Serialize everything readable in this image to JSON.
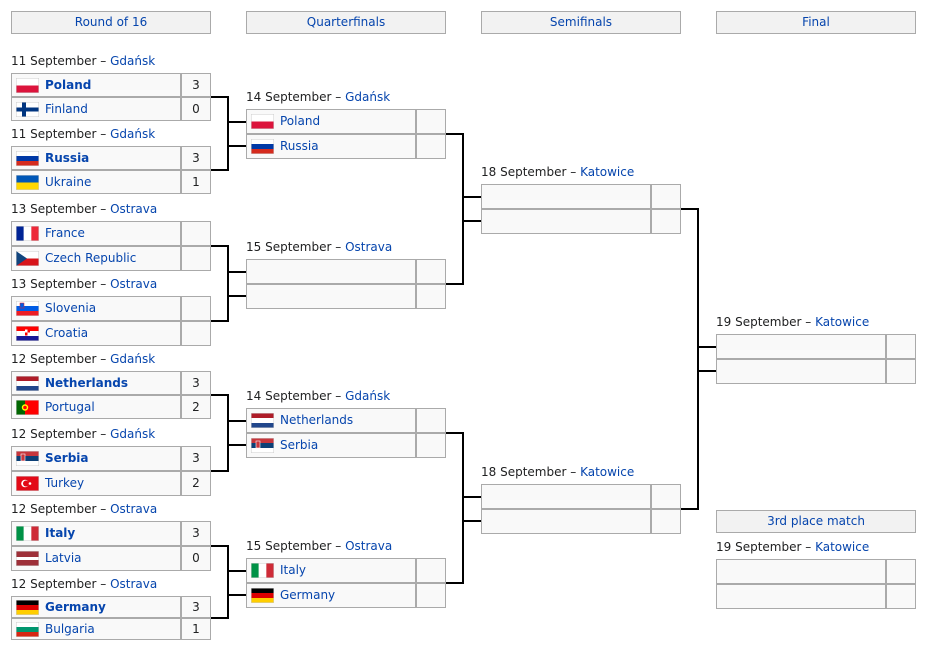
{
  "round_headers": {
    "r16": "Round of 16",
    "qf": "Quarterfinals",
    "sf": "Semifinals",
    "final": "Final",
    "third": "3rd place match"
  },
  "r16": [
    {
      "date": "11 September",
      "venue": "Gdańsk",
      "t1": {
        "name": "Poland",
        "flag": "poland-flag",
        "score": "3",
        "winner": true
      },
      "t2": {
        "name": "Finland",
        "flag": "finland-flag",
        "score": "0",
        "winner": false
      }
    },
    {
      "date": "11 September",
      "venue": "Gdańsk",
      "t1": {
        "name": "Russia",
        "flag": "russia-flag",
        "score": "3",
        "winner": true
      },
      "t2": {
        "name": "Ukraine",
        "flag": "ukraine-flag",
        "score": "1",
        "winner": false
      }
    },
    {
      "date": "13 September",
      "venue": "Ostrava",
      "t1": {
        "name": "France",
        "flag": "france-flag",
        "score": "",
        "winner": false
      },
      "t2": {
        "name": "Czech Republic",
        "flag": "czech-republic-flag",
        "score": "",
        "winner": false
      }
    },
    {
      "date": "13 September",
      "venue": "Ostrava",
      "t1": {
        "name": "Slovenia",
        "flag": "slovenia-flag",
        "score": "",
        "winner": false
      },
      "t2": {
        "name": "Croatia",
        "flag": "croatia-flag",
        "score": "",
        "winner": false
      }
    },
    {
      "date": "12 September",
      "venue": "Gdańsk",
      "t1": {
        "name": "Netherlands",
        "flag": "netherlands-flag",
        "score": "3",
        "winner": true
      },
      "t2": {
        "name": "Portugal",
        "flag": "portugal-flag",
        "score": "2",
        "winner": false
      }
    },
    {
      "date": "12 September",
      "venue": "Gdańsk",
      "t1": {
        "name": "Serbia",
        "flag": "serbia-flag",
        "score": "3",
        "winner": true
      },
      "t2": {
        "name": "Turkey",
        "flag": "turkey-flag",
        "score": "2",
        "winner": false
      }
    },
    {
      "date": "12 September",
      "venue": "Ostrava",
      "t1": {
        "name": "Italy",
        "flag": "italy-flag",
        "score": "3",
        "winner": true
      },
      "t2": {
        "name": "Latvia",
        "flag": "latvia-flag",
        "score": "0",
        "winner": false
      }
    },
    {
      "date": "12 September",
      "venue": "Ostrava",
      "t1": {
        "name": "Germany",
        "flag": "germany-flag",
        "score": "3",
        "winner": true
      },
      "t2": {
        "name": "Bulgaria",
        "flag": "bulgaria-flag",
        "score": "1",
        "winner": false
      }
    }
  ],
  "qf": [
    {
      "date": "14 September",
      "venue": "Gdańsk",
      "t1": {
        "name": "Poland",
        "flag": "poland-flag",
        "score": ""
      },
      "t2": {
        "name": "Russia",
        "flag": "russia-flag",
        "score": ""
      }
    },
    {
      "date": "15 September",
      "venue": "Ostrava",
      "t1": {
        "name": "",
        "flag": "",
        "score": ""
      },
      "t2": {
        "name": "",
        "flag": "",
        "score": ""
      }
    },
    {
      "date": "14 September",
      "venue": "Gdańsk",
      "t1": {
        "name": "Netherlands",
        "flag": "netherlands-flag",
        "score": ""
      },
      "t2": {
        "name": "Serbia",
        "flag": "serbia-flag",
        "score": ""
      }
    },
    {
      "date": "15 September",
      "venue": "Ostrava",
      "t1": {
        "name": "Italy",
        "flag": "italy-flag",
        "score": ""
      },
      "t2": {
        "name": "Germany",
        "flag": "germany-flag",
        "score": ""
      }
    }
  ],
  "sf": [
    {
      "date": "18 September",
      "venue": "Katowice",
      "t1": {
        "name": "",
        "flag": "",
        "score": ""
      },
      "t2": {
        "name": "",
        "flag": "",
        "score": ""
      }
    },
    {
      "date": "18 September",
      "venue": "Katowice",
      "t1": {
        "name": "",
        "flag": "",
        "score": ""
      },
      "t2": {
        "name": "",
        "flag": "",
        "score": ""
      }
    }
  ],
  "final": [
    {
      "date": "19 September",
      "venue": "Katowice",
      "t1": {
        "name": "",
        "flag": "",
        "score": ""
      },
      "t2": {
        "name": "",
        "flag": "",
        "score": ""
      }
    }
  ],
  "third": [
    {
      "date": "19 September",
      "venue": "Katowice",
      "t1": {
        "name": "",
        "flag": "",
        "score": ""
      },
      "t2": {
        "name": "",
        "flag": "",
        "score": ""
      }
    }
  ],
  "separator": " – ",
  "colors": {
    "link": "#0645ad",
    "cell_bg": "#f9f9f9",
    "header_bg": "#f2f2f2",
    "border": "#aaaaaa",
    "line": "#000000"
  }
}
